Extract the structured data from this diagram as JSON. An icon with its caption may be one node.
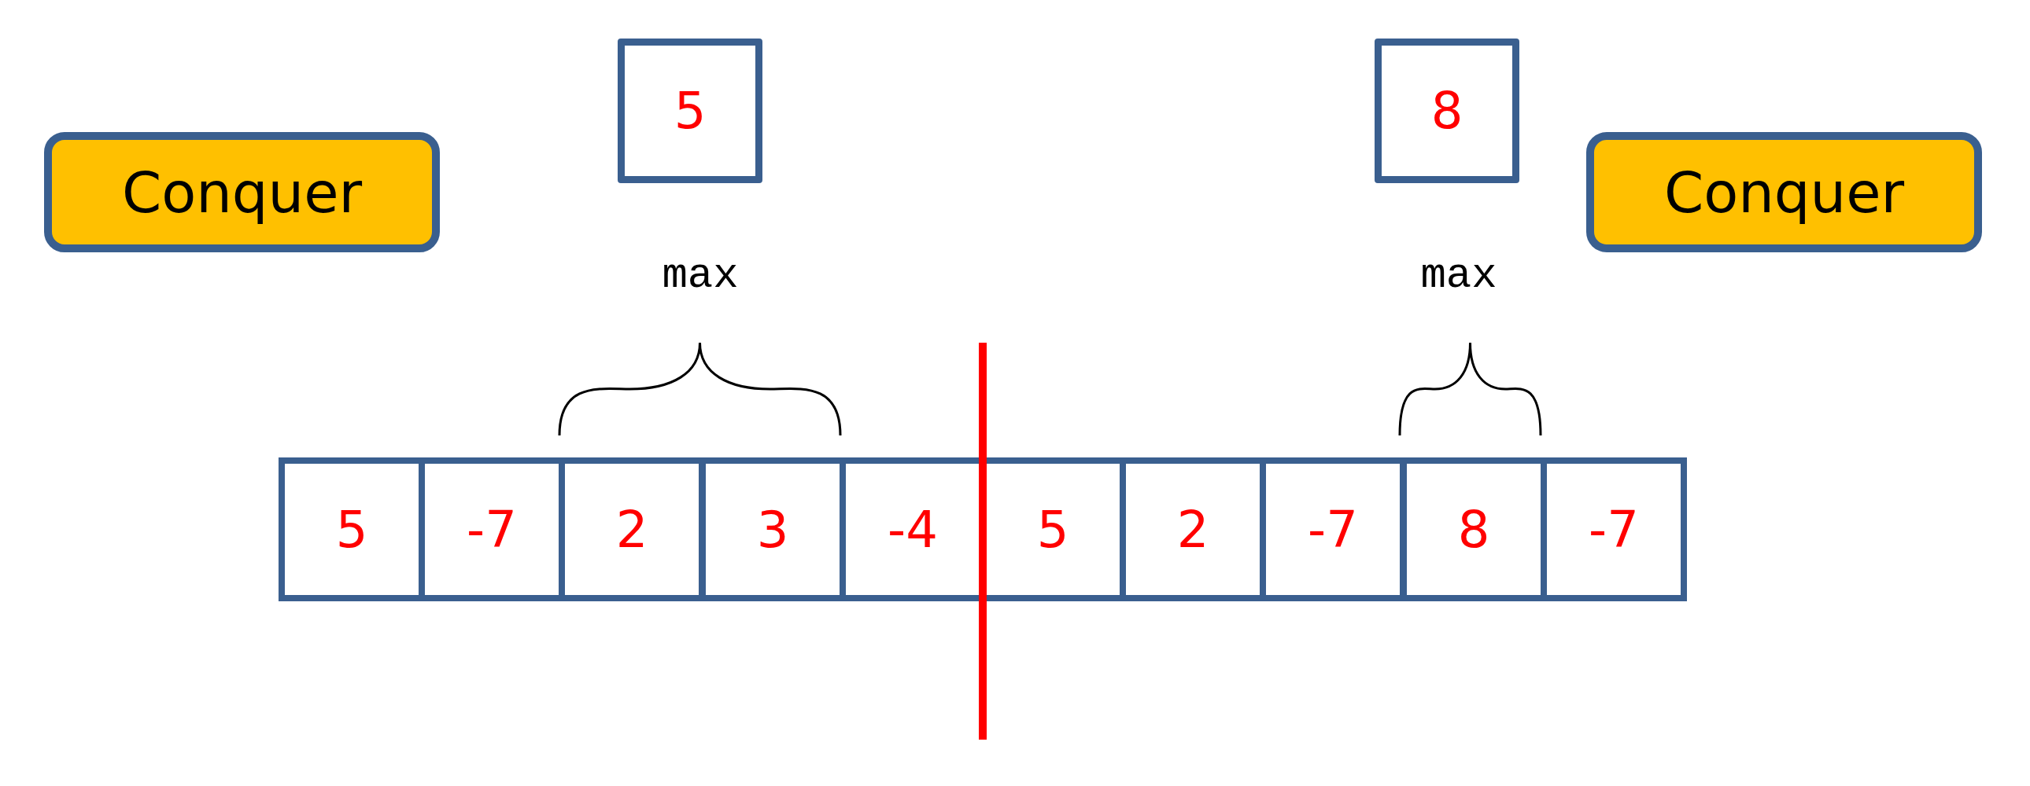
{
  "diagram": {
    "nodes": [
      {
        "text": [
          "5"
        ]
      },
      {
        "text": [
          "8"
        ]
      },
      {
        "text": [
          "Conquer"
        ]
      },
      {
        "text": [
          "Conquer"
        ]
      },
      {
        "text": [
          "5"
        ]
      },
      {
        "text": [
          "-7"
        ]
      },
      {
        "text": [
          "2"
        ]
      },
      {
        "text": [
          "3"
        ]
      },
      {
        "text": [
          "-4"
        ]
      },
      {
        "text": [
          "5"
        ]
      },
      {
        "text": [
          "2"
        ]
      },
      {
        "text": [
          "-7"
        ]
      },
      {
        "text": [
          "8"
        ]
      },
      {
        "text": [
          "-7"
        ]
      }
    ],
    "labels": [
      "max",
      "max"
    ]
  }
}
